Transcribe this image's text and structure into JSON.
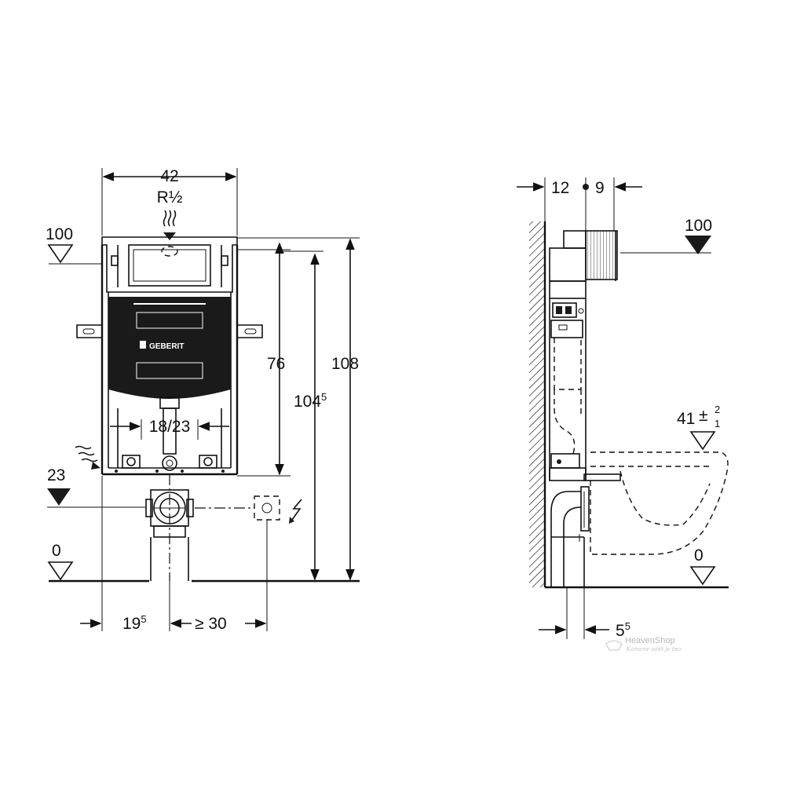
{
  "front_view": {
    "width_label": "42",
    "pipe_thread_label": "R½",
    "level_top_label": "100",
    "dim_76_label": "76",
    "dim_1045_label": "104",
    "dim_1045_sup": "5",
    "dim_108_label": "108",
    "spacing_label": "18/23",
    "level_23_label": "23",
    "level_0_label": "0",
    "offset_195_label": "19",
    "offset_195_sup": "5",
    "offset_30_label": "≥ 30",
    "logo_text": "GEBERIT"
  },
  "side_view": {
    "depth_12_label": "12",
    "depth_9_label": "9",
    "level_top_label": "100",
    "seat_height_label": "41",
    "seat_tol_plus": "2",
    "seat_tol_minus": "1",
    "level_0_label": "0",
    "offset_55_label": "5",
    "offset_55_sup": "5"
  },
  "watermark": {
    "name": "HeavenShop",
    "tagline": "Kamene udět je bez"
  }
}
